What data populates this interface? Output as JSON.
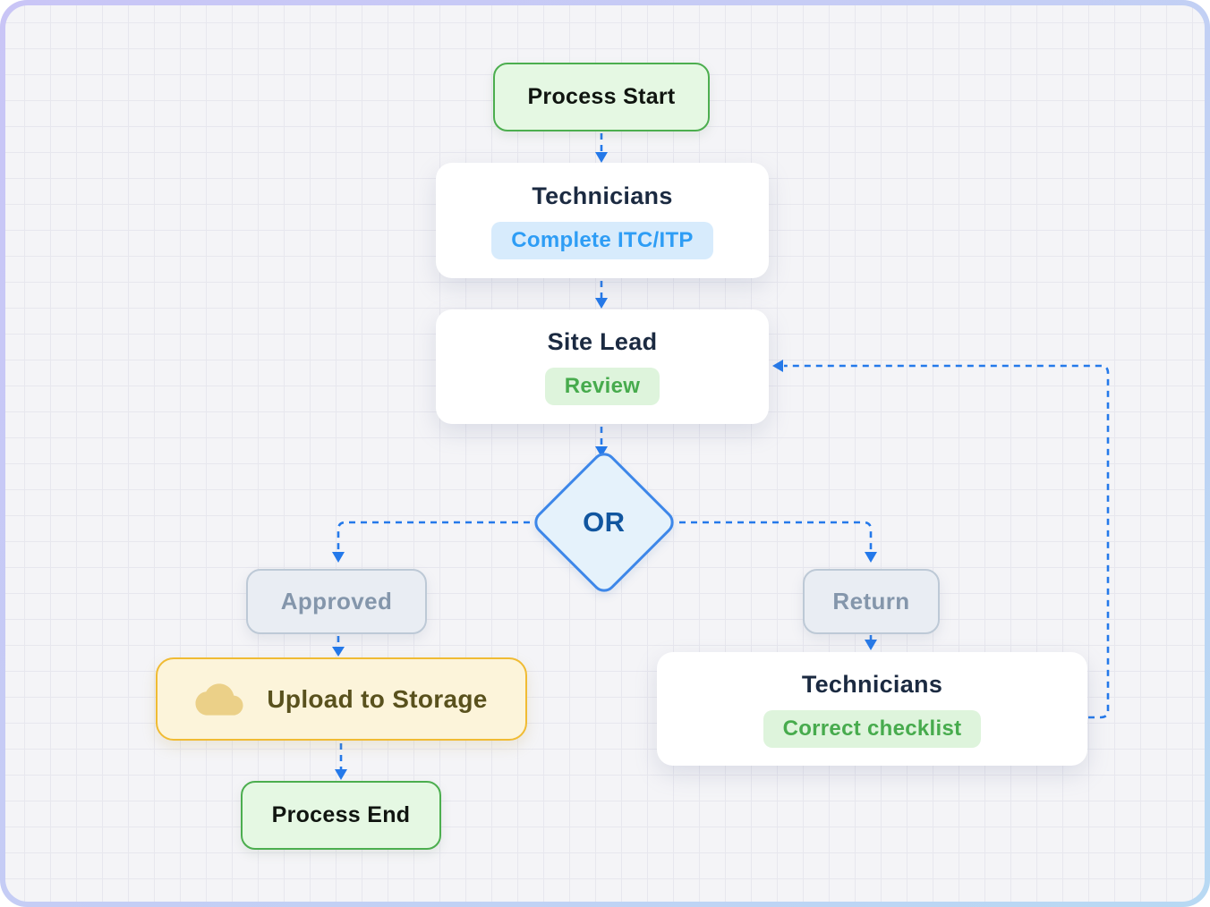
{
  "frame": {
    "border_gradient_from": "#c9c5f6",
    "border_gradient_to": "#b8d9f3",
    "grid_background": "#f4f4f7",
    "grid_line": "#e7e7ee",
    "connector_color": "#2479ea"
  },
  "nodes": {
    "process_start": {
      "label": "Process Start",
      "bg": "#e5f8e3",
      "border": "#4cae4f"
    },
    "technicians_first": {
      "title": "Technicians",
      "badge": "Complete ITC/ITP",
      "badge_bg": "#d7ebfc",
      "badge_color": "#2e9df5"
    },
    "site_lead": {
      "title": "Site Lead",
      "badge": "Review",
      "badge_bg": "#def4dc",
      "badge_color": "#47ab4d"
    },
    "or_gateway": {
      "label": "OR",
      "bg": "#e5f2fb",
      "border": "#3d87e9",
      "color": "#11569f"
    },
    "approved": {
      "label": "Approved",
      "bg": "#e9edf3",
      "border": "#bdc9d6",
      "color": "#8496ab"
    },
    "return": {
      "label": "Return",
      "bg": "#e9edf3",
      "border": "#bdc9d6",
      "color": "#8496ab"
    },
    "upload_storage": {
      "label": "Upload to Storage",
      "icon": "cloud-icon",
      "bg": "#fcf4da",
      "border": "#f0bb33",
      "color": "#59511d",
      "icon_color": "#ebd088"
    },
    "process_end": {
      "label": "Process End",
      "bg": "#e5f8e3",
      "border": "#4cae4f"
    },
    "technicians_second": {
      "title": "Technicians",
      "badge": "Correct checklist",
      "badge_bg": "#def4dc",
      "badge_color": "#47ab4d"
    }
  }
}
